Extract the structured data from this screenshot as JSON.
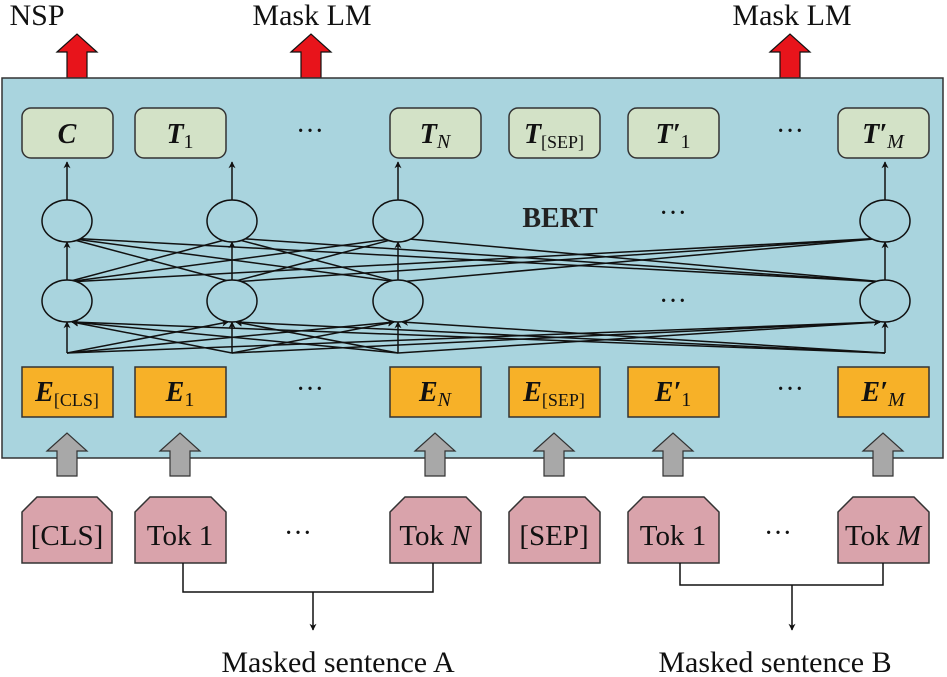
{
  "outputs": {
    "nsp": "NSP",
    "mask_lm_a": "Mask LM",
    "mask_lm_b": "Mask LM"
  },
  "model_label": "BERT",
  "ellipsis": "···",
  "hidden": {
    "c": {
      "main": "C",
      "sub": ""
    },
    "t1": {
      "main": "T",
      "sub": "1"
    },
    "tn": {
      "main": "T",
      "sub": "N"
    },
    "tsep": {
      "main": "T",
      "sub": "[SEP]"
    },
    "t1p": {
      "main": "T′",
      "sub": "1"
    },
    "tmp": {
      "main": "T′",
      "sub": "M"
    }
  },
  "embeddings": {
    "ecls": {
      "main": "E",
      "sub": "[CLS]"
    },
    "e1": {
      "main": "E",
      "sub": "1"
    },
    "en": {
      "main": "E",
      "sub": "N"
    },
    "esep": {
      "main": "E",
      "sub": "[SEP]"
    },
    "e1p": {
      "main": "E′",
      "sub": "1"
    },
    "emp": {
      "main": "E′",
      "sub": "M"
    }
  },
  "tokens": {
    "cls": "[CLS]",
    "tok1_a": {
      "main": "Tok 1",
      "var": ""
    },
    "tokn": {
      "main": "Tok ",
      "var": "N"
    },
    "sep": "[SEP]",
    "tok1_b": {
      "main": "Tok 1",
      "var": ""
    },
    "tokm": {
      "main": "Tok ",
      "var": "M"
    }
  },
  "sentences": {
    "a": "Masked sentence A",
    "b": "Masked sentence B"
  },
  "colors": {
    "panel": "#a9d4de",
    "hidden_box": "#d3e2c7",
    "embedding_box": "#f7b128",
    "token_box": "#d9a3ab",
    "output_arrow": "#e8141b",
    "input_arrow": "#a8a8a8"
  }
}
